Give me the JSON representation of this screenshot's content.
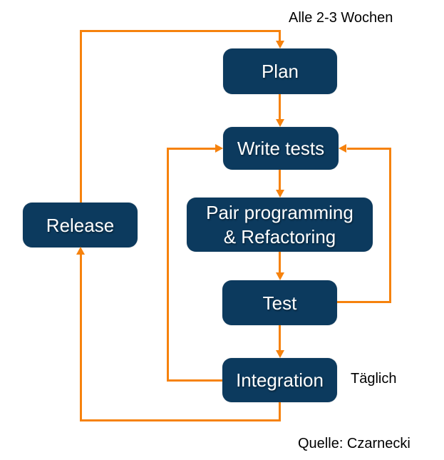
{
  "colors": {
    "background": "#FFFFFF",
    "box_fill": "#0C3A5E",
    "box_text": "#FFFFFF",
    "arrow": "#F6820D",
    "label_text": "#000000"
  },
  "nodes": {
    "plan": {
      "label": "Plan"
    },
    "write_tests": {
      "label": "Write tests"
    },
    "pair_programming": {
      "lines": [
        "Pair programming",
        "& Refactoring"
      ]
    },
    "test": {
      "label": "Test"
    },
    "integration": {
      "label": "Integration"
    },
    "release": {
      "label": "Release"
    }
  },
  "annotations": {
    "cycle_label": "Alle 2-3 Wochen",
    "daily_label": "Täglich",
    "source_label": "Quelle: Czarnecki"
  },
  "edges": [
    {
      "from": "plan",
      "to": "write_tests"
    },
    {
      "from": "write_tests",
      "to": "pair_programming"
    },
    {
      "from": "pair_programming",
      "to": "test"
    },
    {
      "from": "test",
      "to": "integration"
    },
    {
      "from": "test",
      "to": "write_tests"
    },
    {
      "from": "integration",
      "to": "write_tests"
    },
    {
      "from": "integration",
      "to": "release"
    },
    {
      "from": "release",
      "to": "plan"
    }
  ]
}
